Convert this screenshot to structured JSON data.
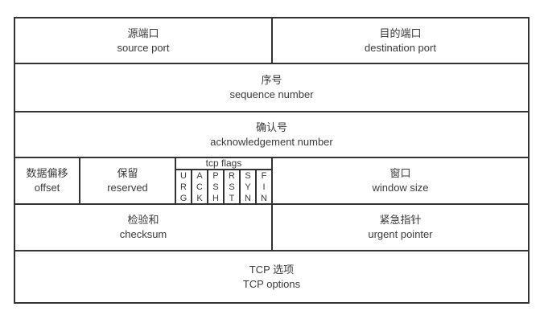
{
  "colors": {
    "background": "#ffffff",
    "border": "#333333",
    "text": "#3a3a3a"
  },
  "header_table": {
    "row1": {
      "source_port": {
        "zh": "源端口",
        "en": "source port"
      },
      "destination_port": {
        "zh": "目的端口",
        "en": "destination port"
      }
    },
    "row2": {
      "sequence_number": {
        "zh": "序号",
        "en": "sequence number"
      }
    },
    "row3": {
      "acknowledgement_number": {
        "zh": "确认号",
        "en": "acknowledgement number"
      }
    },
    "row4": {
      "offset": {
        "zh": "数据偏移",
        "en": "offset"
      },
      "reserved": {
        "zh": "保留",
        "en": "reserved"
      },
      "tcp_flags": {
        "label": "tcp flags",
        "flags": [
          [
            "U",
            "R",
            "G"
          ],
          [
            "A",
            "C",
            "K"
          ],
          [
            "P",
            "S",
            "H"
          ],
          [
            "R",
            "S",
            "T"
          ],
          [
            "S",
            "Y",
            "N"
          ],
          [
            "F",
            "I",
            "N"
          ]
        ]
      },
      "window_size": {
        "zh": "窗口",
        "en": "window size"
      }
    },
    "row5": {
      "checksum": {
        "zh": "检验和",
        "en": "checksum"
      },
      "urgent_pointer": {
        "zh": "紧急指针",
        "en": "urgent pointer"
      }
    },
    "row6": {
      "tcp_options": {
        "zh": "TCP 选项",
        "en": "TCP options"
      }
    }
  }
}
